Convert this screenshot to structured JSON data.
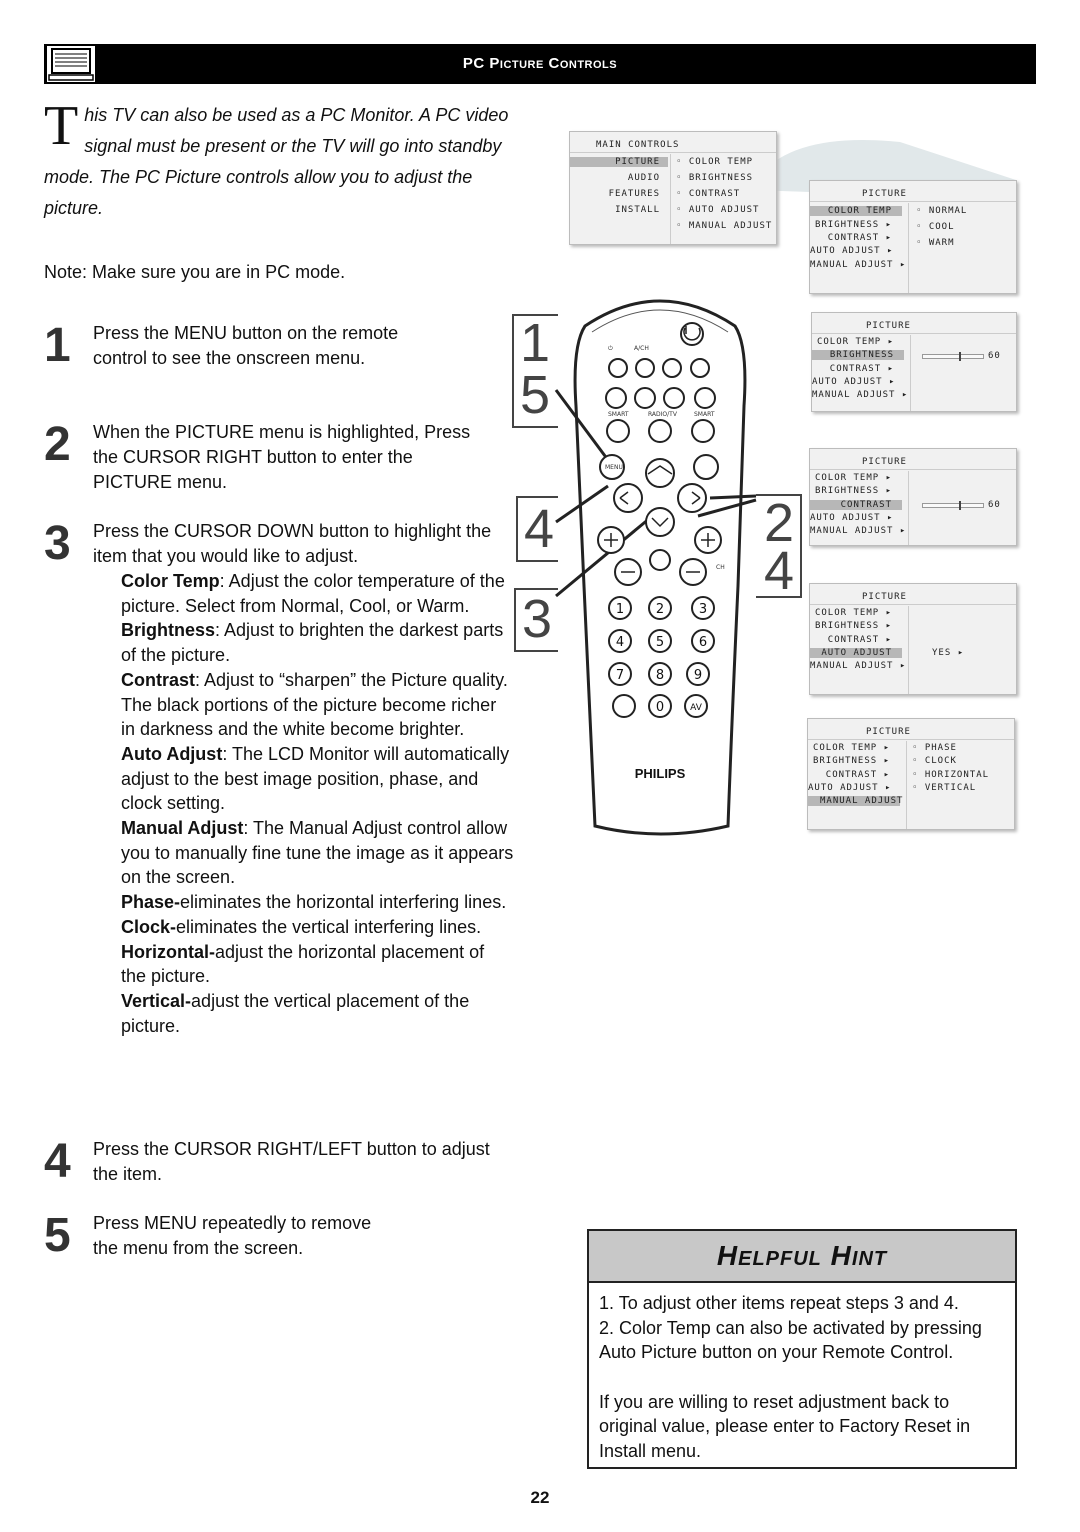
{
  "header": {
    "title": "PC Picture Controls"
  },
  "intro": {
    "drop_cap": "T",
    "text": "his TV can also be used as a PC Monitor. A PC video signal must be present or the TV will go into standby mode. The PC Picture controls allow you to adjust the picture."
  },
  "note": "Note: Make sure you are in PC mode.",
  "steps": [
    {
      "num": "1",
      "text": "Press the MENU button on the remote control to see the onscreen menu."
    },
    {
      "num": "2",
      "text": "When the PICTURE menu is highlighted, Press the CURSOR RIGHT button to enter the PICTURE menu."
    },
    {
      "num": "3",
      "text": "Press the CURSOR DOWN button to highlight the item that you would like to adjust."
    },
    {
      "num": "4",
      "text": "Press the CURSOR RIGHT/LEFT button to adjust the item."
    },
    {
      "num": "5",
      "text": "Press MENU repeatedly to remove the menu from the screen."
    }
  ],
  "items": [
    {
      "term": "Color Temp",
      "desc": ": Adjust the color temperature of the picture. Select from Normal, Cool, or Warm."
    },
    {
      "term": "Brightness",
      "desc": ": Adjust to brighten the darkest parts of the picture."
    },
    {
      "term": "Contrast",
      "desc": ": Adjust to “sharpen” the Picture quality. The black portions of the picture become richer in darkness and the white become brighter."
    },
    {
      "term": "Auto Adjust",
      "desc": ": The LCD Monitor will automatically adjust to the best image position, phase, and clock setting."
    },
    {
      "term": "Manual Adjust",
      "desc": ": The Manual Adjust control allow you to manually fine tune the image as it appears on the screen."
    },
    {
      "term": "Phase-",
      "desc": "eliminates the horizontal interfering lines."
    },
    {
      "term": "Clock-",
      "desc": "eliminates the vertical interfering lines."
    },
    {
      "term": "Horizontal-",
      "desc": "adjust the horizontal placement of the picture."
    },
    {
      "term": "Vertical-",
      "desc": "adjust the vertical placement of the picture."
    }
  ],
  "main_menu": {
    "title": "MAIN CONTROLS",
    "left": [
      "PICTURE",
      "AUDIO",
      "FEATURES",
      "INSTALL"
    ],
    "right": [
      "COLOR TEMP",
      "BRIGHTNESS",
      "CONTRAST",
      "AUTO ADJUST",
      "MANUAL ADJUST"
    ]
  },
  "pic_menu": {
    "title": "PICTURE",
    "left": [
      "COLOR TEMP",
      "BRIGHTNESS",
      "CONTRAST",
      "AUTO ADJUST",
      "MANUAL ADJUST"
    ],
    "arrow": "▸",
    "color_options": [
      "NORMAL",
      "COOL",
      "WARM"
    ],
    "brightness_value": "60",
    "brightness_level": 0.6,
    "contrast_value": "60",
    "contrast_level": 0.6,
    "auto_value": "YES",
    "manual_options": [
      "PHASE",
      "CLOCK",
      "HORIZONTAL",
      "VERTICAL"
    ]
  },
  "remote": {
    "brand": "PHILIPS",
    "labels": {
      "ach": "A/CH",
      "smart1": "SMART",
      "radio": "RADIO/TV",
      "smart2": "SMART",
      "menu": "MENU",
      "ch": "CH",
      "av": "AV"
    },
    "digits": [
      "1",
      "2",
      "3",
      "4",
      "5",
      "6",
      "7",
      "8",
      "9",
      "0"
    ],
    "callouts": {
      "a": "1",
      "b": "5",
      "c": "4",
      "d": "3",
      "e": "2",
      "f": "4"
    }
  },
  "hint": {
    "title": "Helpful Hint",
    "l1": "1. To adjust other items repeat steps 3 and 4.",
    "l2": "2. Color Temp can also be activated by pressing Auto Picture button on your Remote Control.",
    "l3": "If you are willing to reset adjustment back to original value, please enter to Factory Reset in Install menu."
  },
  "page_number": "22"
}
